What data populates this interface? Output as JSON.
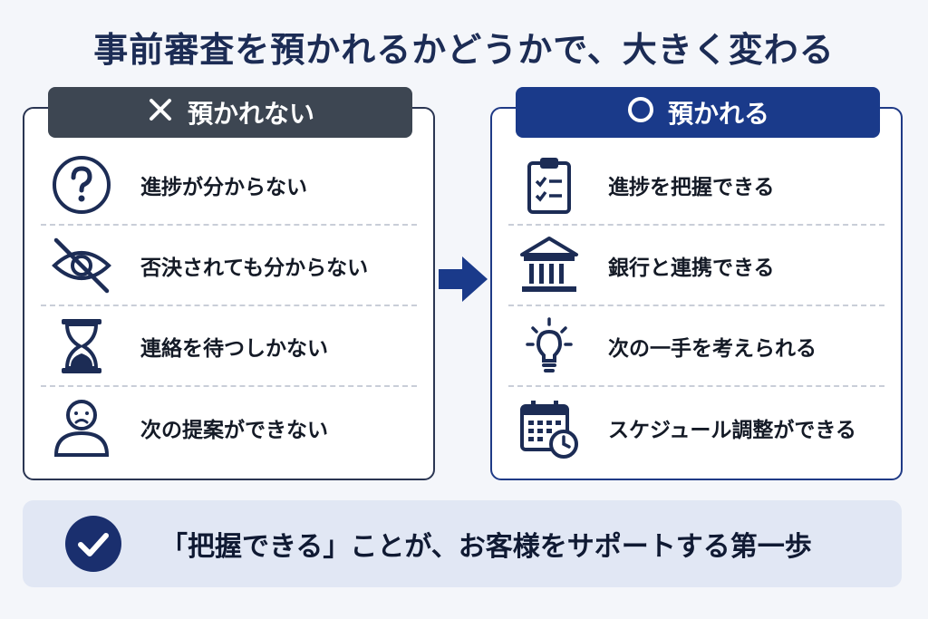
{
  "title": "事前審査を預かれるかどうかで、大きく変わる",
  "left": {
    "header": "預かれない",
    "header_icon": "x-icon",
    "items": [
      {
        "icon": "question-icon",
        "label": "進捗が分からない"
      },
      {
        "icon": "eye-slash-icon",
        "label": "否決されても分からない"
      },
      {
        "icon": "hourglass-icon",
        "label": "連絡を待つしかない"
      },
      {
        "icon": "sad-person-icon",
        "label": "次の提案ができない"
      }
    ]
  },
  "right": {
    "header": "預かれる",
    "header_icon": "circle-icon",
    "items": [
      {
        "icon": "clipboard-icon",
        "label": "進捗を把握できる"
      },
      {
        "icon": "bank-icon",
        "label": "銀行と連携できる"
      },
      {
        "icon": "lightbulb-icon",
        "label": "次の一手を考えられる"
      },
      {
        "icon": "calendar-clock-icon",
        "label": "スケジュール調整ができる"
      }
    ]
  },
  "banner": {
    "icon": "check-circle-icon",
    "text": "「把握できる」ことが、お客様をサポートする第一歩"
  },
  "colors": {
    "navy": "#1a3a8a",
    "dark_gray": "#3d4652",
    "banner_bg": "#e1e7f4"
  }
}
